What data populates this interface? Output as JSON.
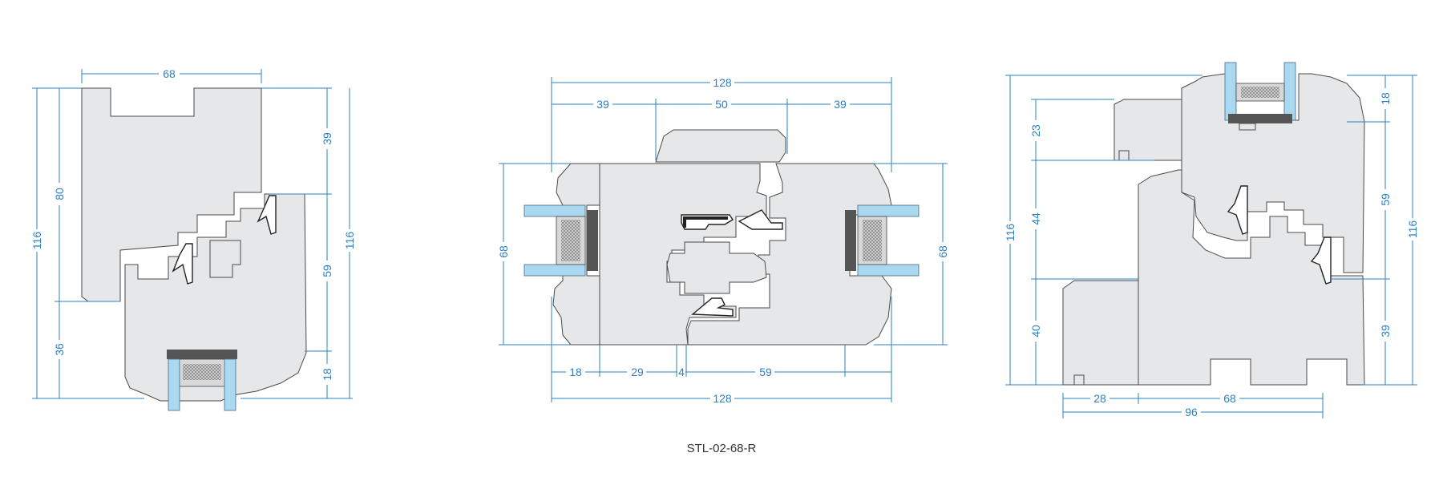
{
  "drawing": {
    "code": "STL-02-68-R",
    "colors": {
      "dimension": "#2f7fc0",
      "profile": "#e6e7e8",
      "glass": "#a9d8f0",
      "seal": "#555555"
    },
    "left_section": {
      "dims": {
        "top_width": "68",
        "h_total_left": "116",
        "h_80": "80",
        "h_36": "36",
        "h_39": "39",
        "h_59": "59",
        "h_18": "18",
        "h_total_right": "116"
      }
    },
    "middle_section": {
      "dims": {
        "w_total_top": "128",
        "w_39_left": "39",
        "w_50": "50",
        "w_39_right": "39",
        "h_left": "68",
        "h_right": "68",
        "b_18": "18",
        "b_29": "29",
        "b_4": "4",
        "b_59": "59",
        "w_total_bottom": "128"
      }
    },
    "right_section": {
      "dims": {
        "h_total_left": "116",
        "h_23": "23",
        "h_44": "44",
        "h_40": "40",
        "h_18": "18",
        "h_59": "59",
        "h_39": "39",
        "h_total_right": "116",
        "b_28": "28",
        "b_68": "68",
        "b_96": "96"
      }
    }
  }
}
